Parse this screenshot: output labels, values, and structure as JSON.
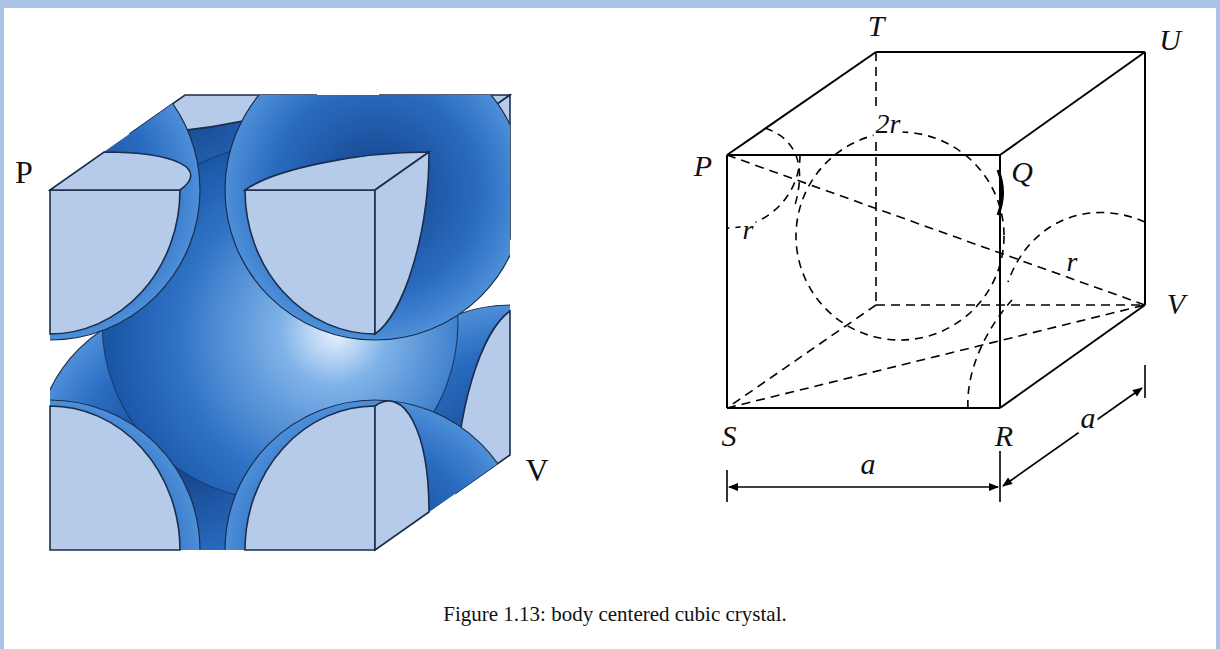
{
  "diagram": {
    "caption": "Figure 1.13: body centered cubic crystal.",
    "labels": [
      "P",
      "V",
      "T",
      "U",
      "P",
      "Q",
      "r",
      "2r",
      "r",
      "V",
      "S",
      "R",
      "a",
      "a"
    ]
  }
}
